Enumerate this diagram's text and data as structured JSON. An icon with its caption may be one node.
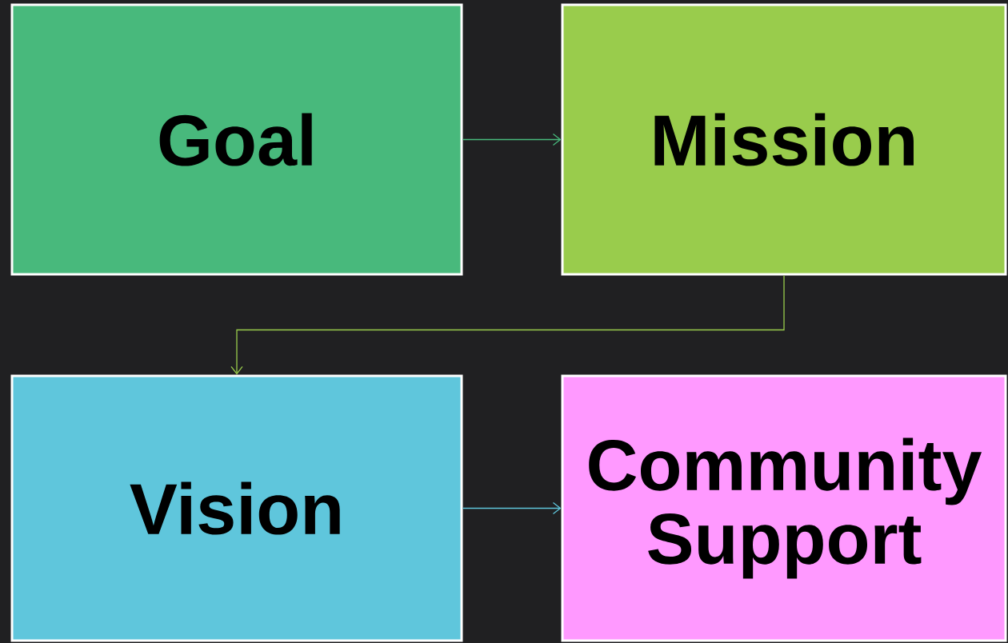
{
  "diagram": {
    "nodes": [
      {
        "text": [
          "Goal"
        ]
      },
      {
        "text": [
          "Mission"
        ]
      },
      {
        "text": [
          "Vision"
        ]
      },
      {
        "text": [
          "Community Support"
        ]
      }
    ],
    "edges": [
      {
        "from": 0,
        "to": 1,
        "arrow": "to",
        "color": "#48b97c"
      },
      {
        "from": 1,
        "to": 2,
        "arrow": "to",
        "color": "#99cc4c"
      },
      {
        "from": 2,
        "to": 3,
        "arrow": "to",
        "color": "#5fc6dc"
      }
    ]
  }
}
